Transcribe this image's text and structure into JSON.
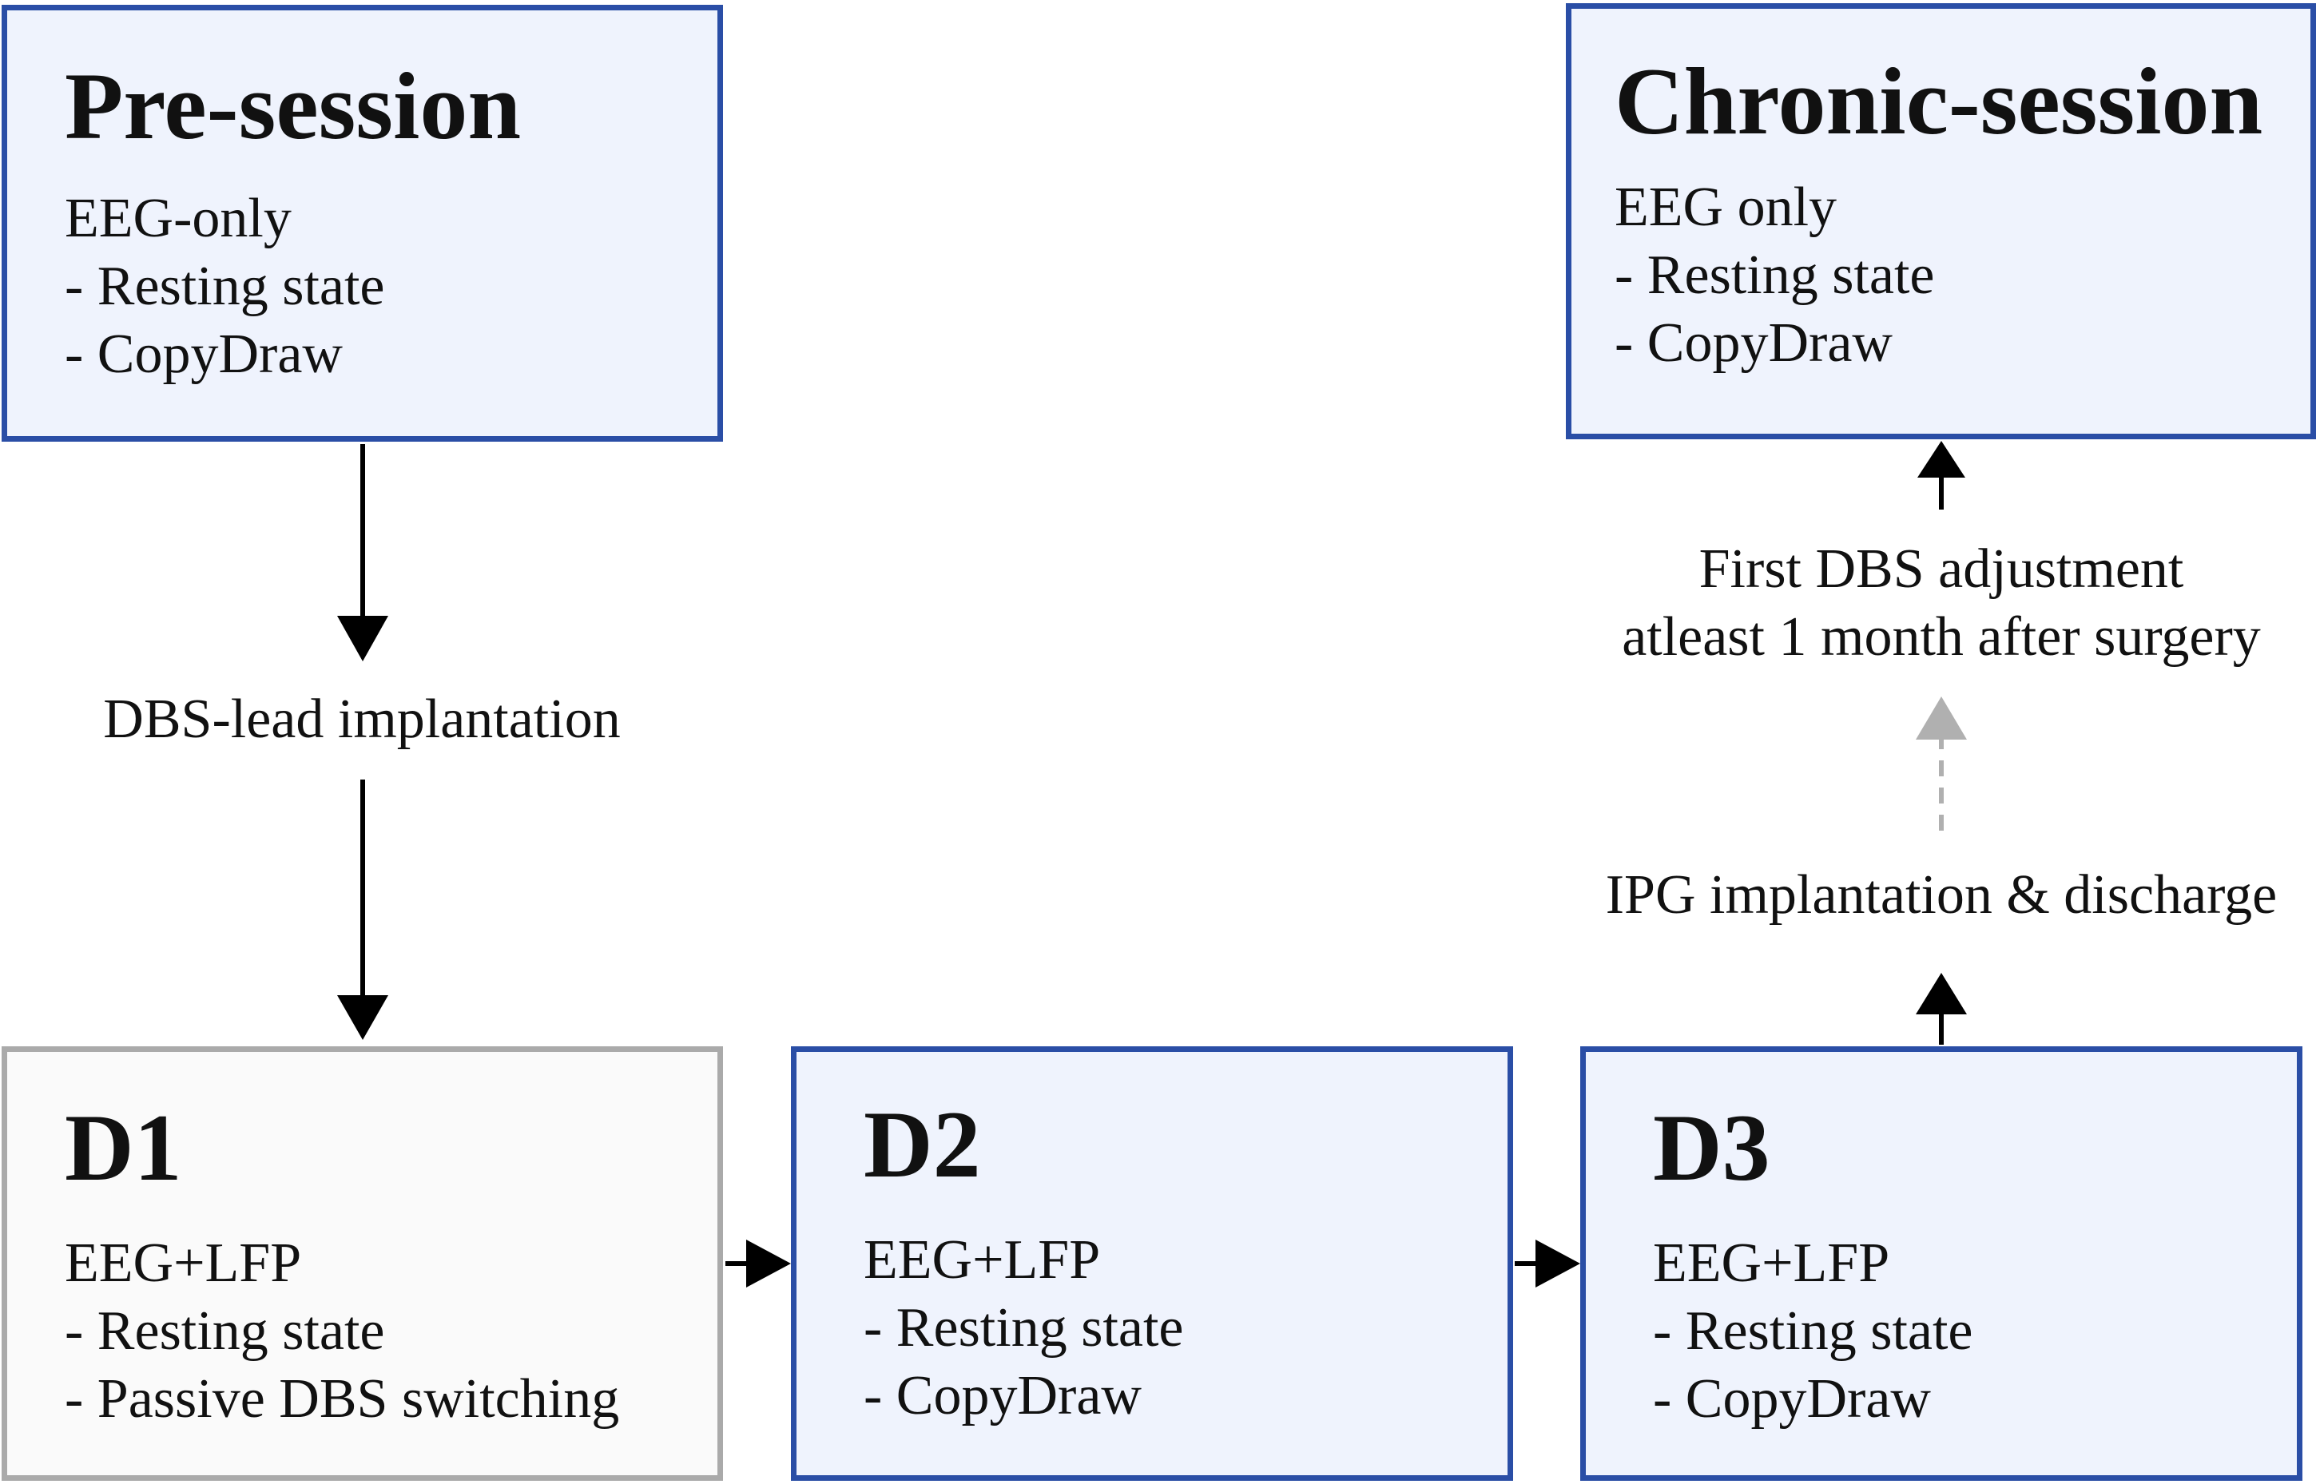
{
  "colors": {
    "box_border": "#2a4ea6",
    "box_fill": "#eff3fd",
    "gray_border": "#aaaaaa",
    "gray_fill": "#fafafa",
    "arrow": "#000000",
    "dashed_arrow": "#b0b0b0"
  },
  "boxes": {
    "pre": {
      "title": "Pre-session",
      "lines": [
        "EEG-only",
        "- Resting state",
        "- CopyDraw"
      ]
    },
    "chronic": {
      "title": "Chronic-session",
      "lines": [
        "EEG only",
        "- Resting state",
        "- CopyDraw"
      ]
    },
    "d1": {
      "title": "D1",
      "lines": [
        "EEG+LFP",
        "- Resting state",
        "- Passive DBS switching"
      ]
    },
    "d2": {
      "title": "D2",
      "lines": [
        "EEG+LFP",
        "- Resting state",
        "- CopyDraw"
      ]
    },
    "d3": {
      "title": "D3",
      "lines": [
        "EEG+LFP",
        "- Resting state",
        "- CopyDraw"
      ]
    }
  },
  "labels": {
    "dbs_lead": "DBS-lead implantation",
    "ipg": "IPG implantation & discharge",
    "first_adjust_1": "First DBS adjustment",
    "first_adjust_2": "atleast 1 month after surgery"
  }
}
